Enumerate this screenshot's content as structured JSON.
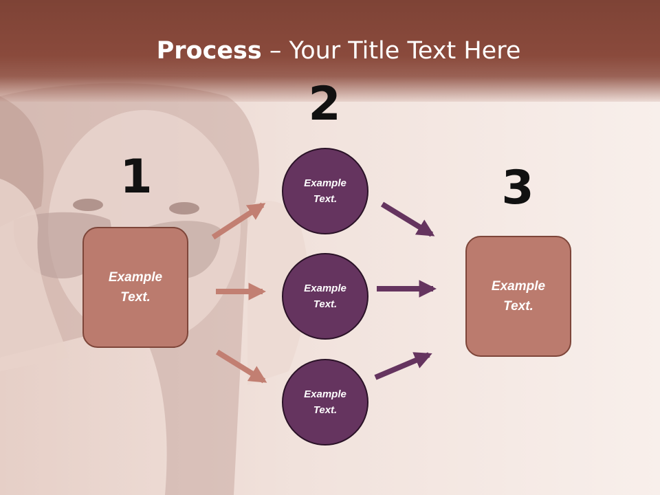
{
  "slide": {
    "title_bold": "Process",
    "title_rest": " – Your Title Text Here"
  },
  "steps": [
    {
      "number": "1",
      "label": "Example\nText."
    },
    {
      "number": "2",
      "label": "Example\nText."
    },
    {
      "number": "3",
      "label": "Example\nText."
    }
  ],
  "middle_items": [
    {
      "label": "Example\nText."
    },
    {
      "label": "Example\nText."
    },
    {
      "label": "Example\nText."
    }
  ],
  "colors": {
    "header": "#8a4a3c",
    "box_fill": "#bb7b6e",
    "circle_fill": "#65345f",
    "left_arrows": "#c27f72",
    "right_arrows": "#65345f"
  }
}
